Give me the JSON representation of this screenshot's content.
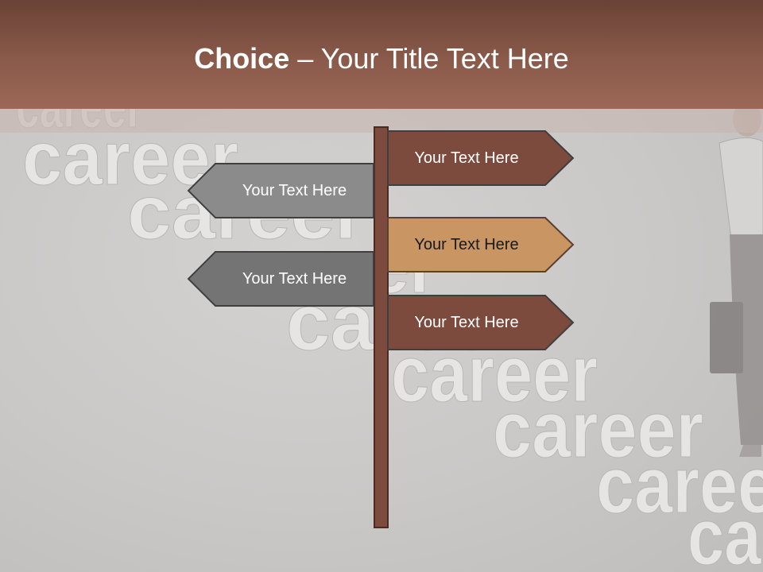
{
  "slide": {
    "title_bold": "Choice",
    "title_rest": " – Your Title Text Here",
    "background_word": "career",
    "signs": [
      {
        "label": "Your Text Here",
        "direction": "right",
        "color": "#7d4b3d"
      },
      {
        "label": "Your Text Here",
        "direction": "left",
        "color": "#8b8b8b"
      },
      {
        "label": "Your Text Here",
        "direction": "right",
        "color": "#c89563"
      },
      {
        "label": "Your Text Here",
        "direction": "left",
        "color": "#747474"
      },
      {
        "label": "Your Text Here",
        "direction": "right",
        "color": "#7d4b3d"
      }
    ],
    "colors": {
      "title_bar": "#8a5a4a",
      "post": "#7d4b3d"
    }
  }
}
